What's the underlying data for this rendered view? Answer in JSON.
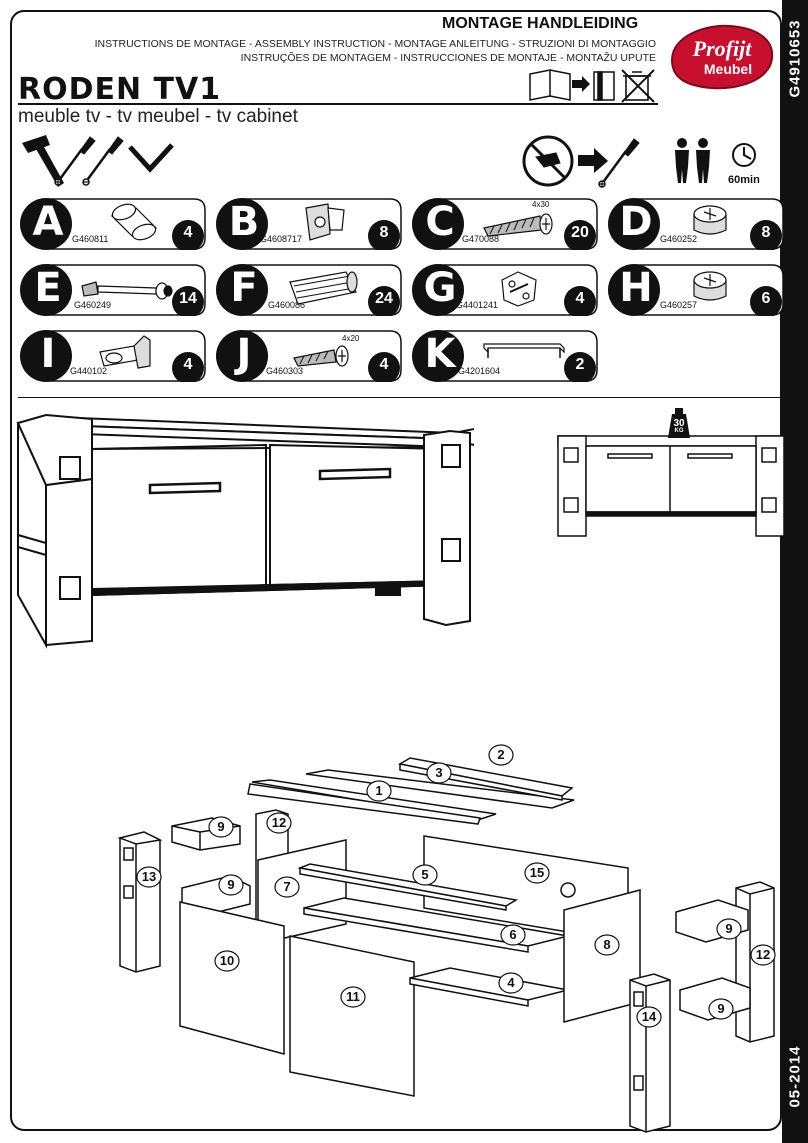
{
  "header": {
    "title": "MONTAGE HANDLEIDING",
    "languages": [
      "INSTRUCTIONS DE MONTAGE - ASSEMBLY INSTRUCTION - MONTAGE ANLEITUNG - STRUZIONI DI MONTAGGIO",
      "INSTRUÇÕES DE MONTAGEM - INSTRUCCIONES DE MONTAJE - MONTAŽU UPUTE"
    ],
    "product": "RODEN TV1",
    "subtitle": "meuble tv - tv meubel - tv cabinet"
  },
  "brand": {
    "line1": "Profijt",
    "line2": "Meubel",
    "color": "#c8102e"
  },
  "side_labels": {
    "doc_code": "G4910653",
    "date": "05-2014"
  },
  "requirements": {
    "persons": 2,
    "time": "60min",
    "max_load": "30",
    "max_load_unit": "KG"
  },
  "parts": [
    {
      "letter": "A",
      "code": "G460811",
      "qty": "4"
    },
    {
      "letter": "B",
      "code": "G4608717",
      "qty": "8"
    },
    {
      "letter": "C",
      "code": "G470088",
      "qty": "20",
      "spec": "4x30"
    },
    {
      "letter": "D",
      "code": "G460252",
      "qty": "8"
    },
    {
      "letter": "E",
      "code": "G460249",
      "qty": "14"
    },
    {
      "letter": "F",
      "code": "G460086",
      "qty": "24"
    },
    {
      "letter": "G",
      "code": "G4401241",
      "qty": "4"
    },
    {
      "letter": "H",
      "code": "G460257",
      "qty": "6"
    },
    {
      "letter": "I",
      "code": "G440102",
      "qty": "4"
    },
    {
      "letter": "J",
      "code": "G460303",
      "qty": "4",
      "spec": "4x20"
    },
    {
      "letter": "K",
      "code": "G4201604",
      "qty": "2"
    }
  ],
  "panel_numbers": [
    "1",
    "2",
    "3",
    "4",
    "5",
    "6",
    "7",
    "8",
    "9",
    "9",
    "9",
    "9",
    "10",
    "11",
    "12",
    "12",
    "13",
    "14",
    "15"
  ]
}
